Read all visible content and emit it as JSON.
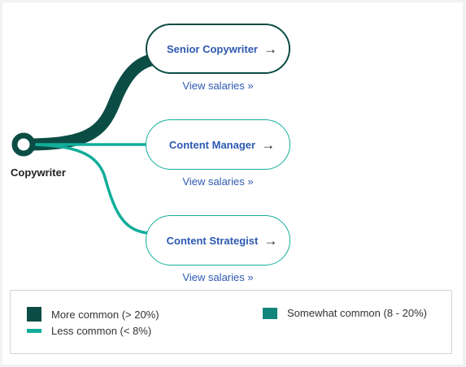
{
  "origin": {
    "label": "Copywriter"
  },
  "destinations": [
    {
      "title": "Senior Copywriter",
      "link": "View salaries »",
      "commonness": "more"
    },
    {
      "title": "Content Manager",
      "link": "View salaries »",
      "commonness": "less"
    },
    {
      "title": "Content Strategist",
      "link": "View salaries »",
      "commonness": "less"
    }
  ],
  "legend": {
    "more": "More common (> 20%)",
    "somewhat": "Somewhat common (8 - 20%)",
    "less": "Less common (< 8%)"
  },
  "colors": {
    "more": "#0b4d44",
    "somewhat": "#13857a",
    "less": "#12ad9b",
    "link": "#2d59b2"
  },
  "icons": {
    "node_arrow": "arrow-right-icon"
  },
  "arrow_glyph": "→"
}
